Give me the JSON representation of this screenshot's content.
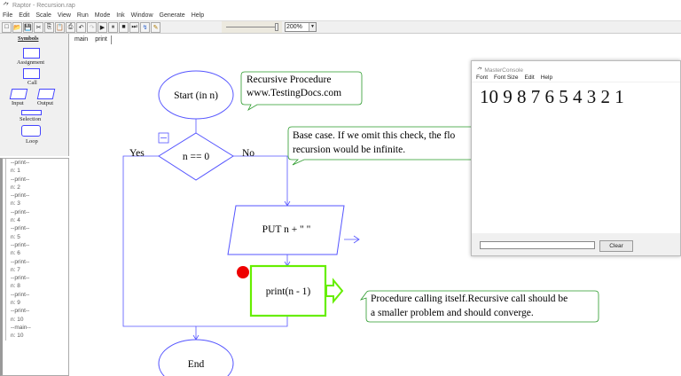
{
  "window": {
    "title": "Raptor - Recursion.rap"
  },
  "menu": [
    "File",
    "Edit",
    "Scale",
    "View",
    "Run",
    "Mode",
    "Ink",
    "Window",
    "Generate",
    "Help"
  ],
  "toolbar": {
    "buttons": [
      "new",
      "open",
      "save",
      "cut",
      "copy",
      "paste",
      "print",
      "undo",
      "redo",
      "play",
      "pause",
      "stop",
      "step",
      "run-compiled",
      "pen"
    ],
    "glyphs": [
      "□",
      "📂",
      "💾",
      "✂",
      "⎘",
      "📋",
      "⎙",
      "↶",
      "↷",
      "▶",
      "⏸",
      "■",
      "⏭",
      "↯",
      "✎"
    ],
    "zoom": "200%"
  },
  "symbols": {
    "header": "Symbols",
    "assignment": "Assignment",
    "call": "Call",
    "input": "Input",
    "output": "Output",
    "selection": "Selection",
    "loop": "Loop"
  },
  "variables": [
    "--print--",
    "n: 1",
    "--print--",
    "n: 2",
    "--print--",
    "n: 3",
    "--print--",
    "n: 4",
    "--print--",
    "n: 5",
    "--print--",
    "n: 6",
    "--print--",
    "n: 7",
    "--print--",
    "n: 8",
    "--print--",
    "n: 9",
    "--print--",
    "n: 10",
    "--main--",
    "n: 10"
  ],
  "tabs": [
    "main",
    "print"
  ],
  "flowchart": {
    "start": "Start (in n)",
    "decision": "n == 0",
    "yes": "Yes",
    "no": "No",
    "output": "PUT n  +  \" \"",
    "call": "print(n - 1)",
    "end": "End",
    "comments": {
      "c1_line1": "Recursive Procedure",
      "c1_line2": "www.TestingDocs.com",
      "c2_line1": "Base case. If we omit this check, the flo",
      "c2_line2": "recursion would be infinite.",
      "c3_line1": "Procedure calling itself.Recursive call should be",
      "c3_line2": "a smaller problem and should converge."
    },
    "colors": {
      "shape": "#4444ff",
      "comment": "#2a9a2a",
      "selected": "#66ee00",
      "breakpoint": "#ee0000"
    }
  },
  "console": {
    "title": "MasterConsole",
    "menu": [
      "Font",
      "Font Size",
      "Edit",
      "Help"
    ],
    "output": "10 9 8 7 6 5 4 3 2 1",
    "input": "",
    "clear": "Clear"
  }
}
